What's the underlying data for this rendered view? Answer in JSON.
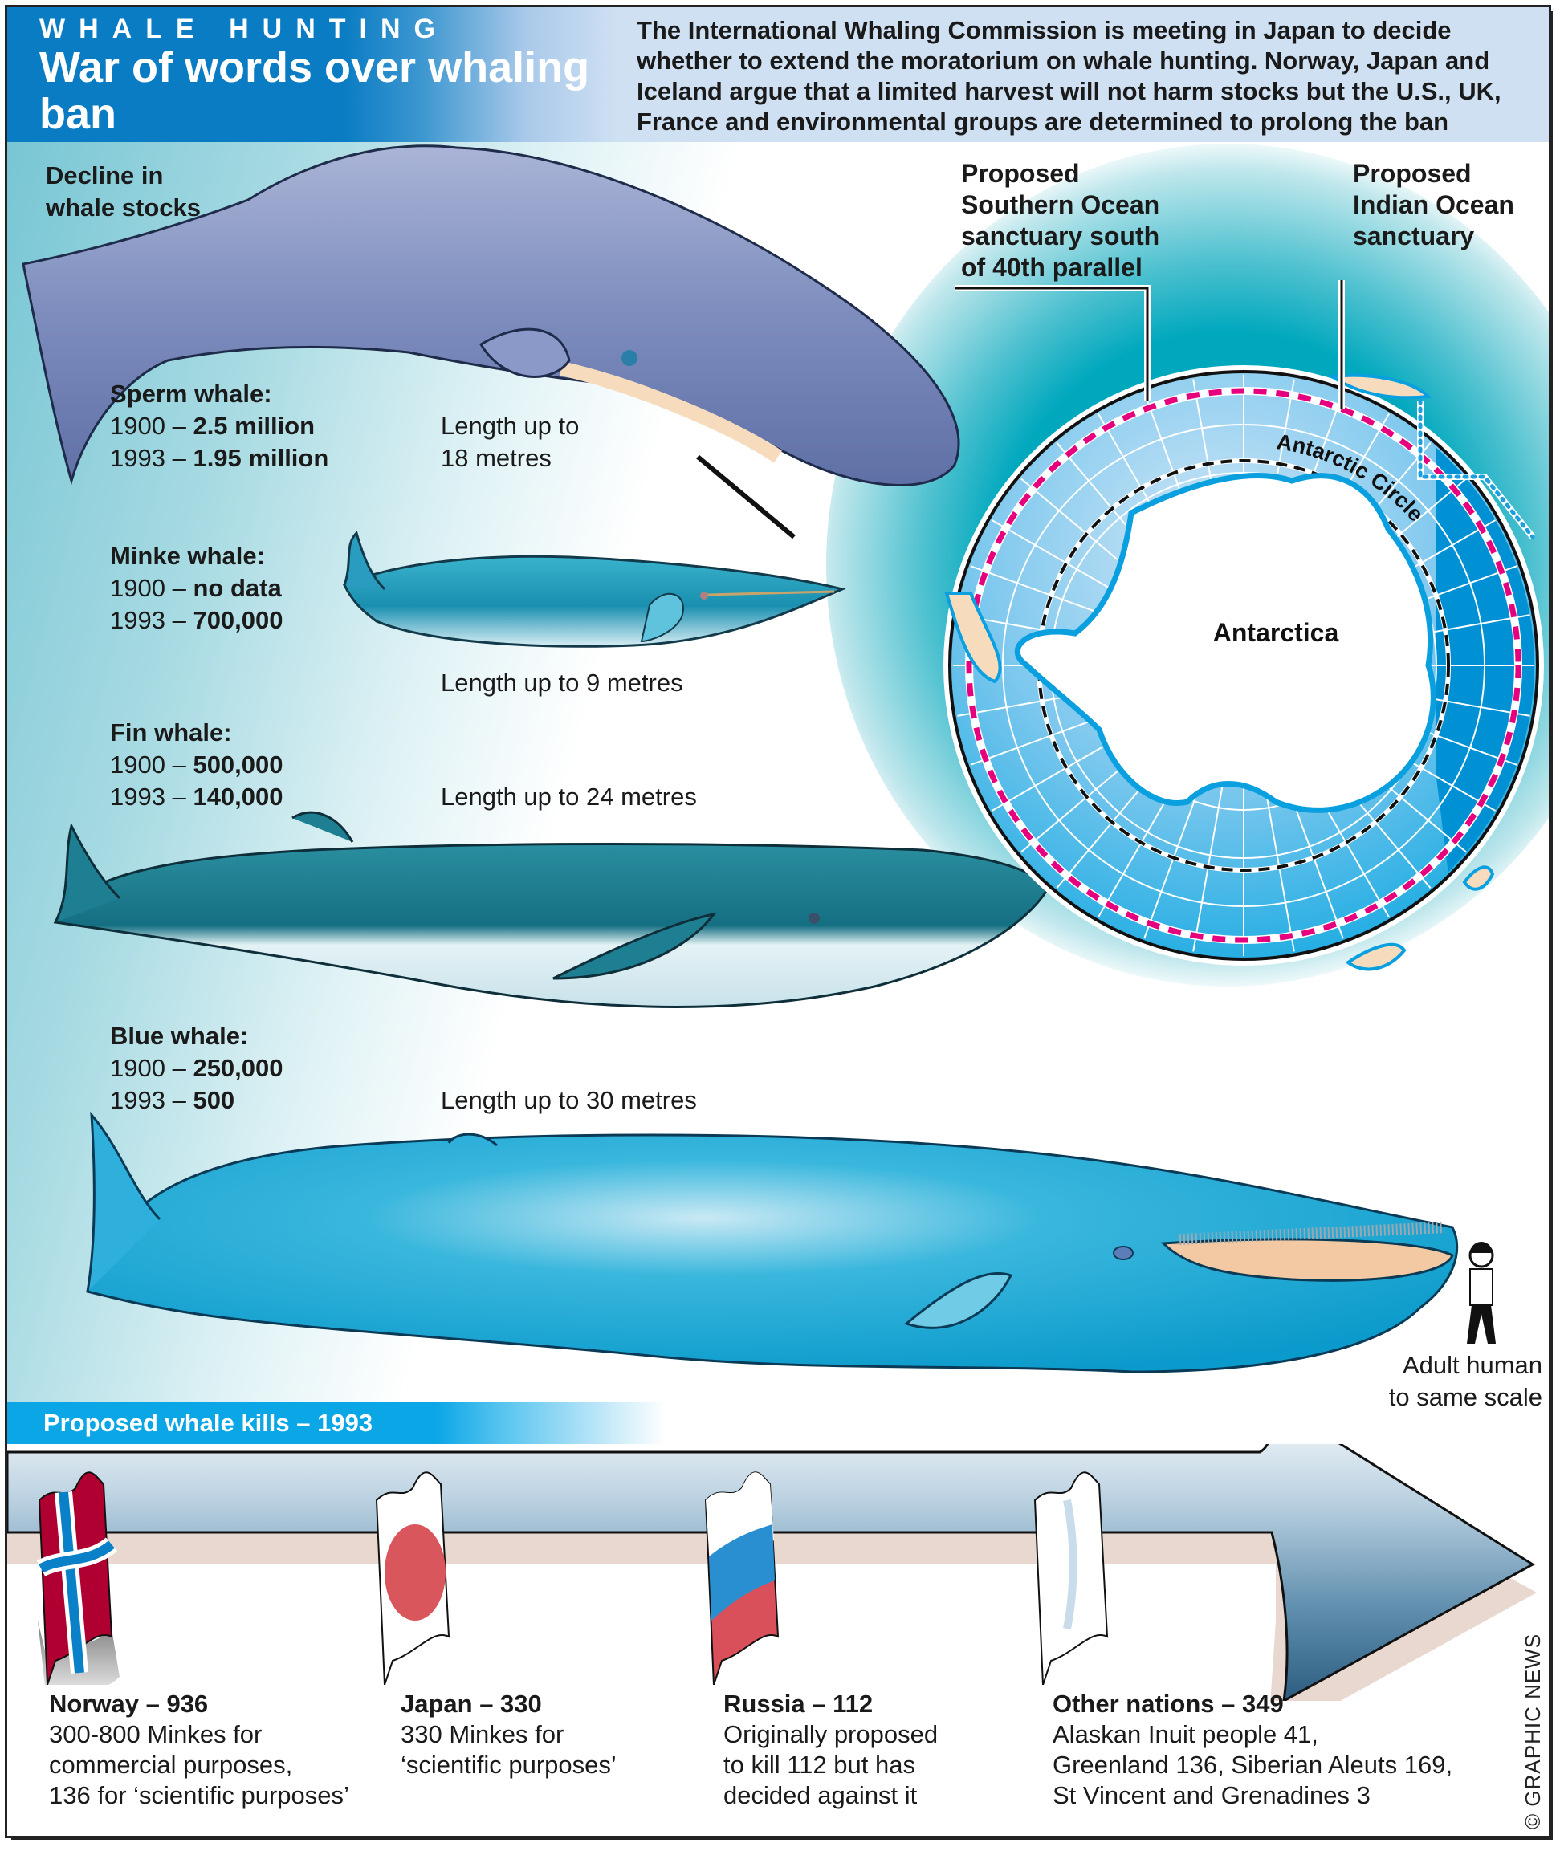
{
  "header": {
    "kicker": "WHALE HUNTING",
    "headline": "War of words over whaling ban",
    "intro": "The International Whaling Commission is meeting in Japan to decide whether to extend the moratorium on whale hunting. Norway, Japan and Iceland argue that a limited harvest will not harm stocks but the U.S., UK, France and environmental groups are determined to prolong the ban"
  },
  "stocks": {
    "title_line1": "Decline in",
    "title_line2": "whale stocks",
    "whales": [
      {
        "name": "Sperm whale:",
        "y1900_label": "1900 –",
        "y1900": "2.5 million",
        "y1993_label": "1993 –",
        "y1993": "1.95 million",
        "length_line1": "Length up to",
        "length_line2": "18 metres"
      },
      {
        "name": "Minke whale:",
        "y1900_label": "1900 –",
        "y1900": "no data",
        "y1993_label": "1993 –",
        "y1993": "700,000",
        "length_line1": "Length up to 9 metres"
      },
      {
        "name": "Fin whale:",
        "y1900_label": "1900 –",
        "y1900": "500,000",
        "y1993_label": "1993 –",
        "y1993": "140,000",
        "length_line1": "Length up to 24 metres"
      },
      {
        "name": "Blue whale:",
        "y1900_label": "1900 –",
        "y1900": "250,000",
        "y1993_label": "1993 –",
        "y1993": "500",
        "length_line1": "Length up to 30 metres"
      }
    ],
    "human_scale_line1": "Adult human",
    "human_scale_line2": "to same scale"
  },
  "map": {
    "southern_label": [
      "Proposed",
      "Southern Ocean",
      "sanctuary south",
      "of 40th parallel"
    ],
    "indian_label": [
      "Proposed",
      "Indian Ocean",
      "sanctuary"
    ],
    "antarctic_circle": "Antarctic Circle",
    "continent": "Antarctica",
    "colors": {
      "ocean": "#0aa6e0",
      "ocean_light": "#cfe6f6",
      "sanctuary": "#0090d4",
      "boundary": "#e6007e"
    }
  },
  "kills": {
    "title": "Proposed whale kills – 1993",
    "nations": [
      {
        "title": "Norway – 936",
        "lines": [
          "300-800 Minkes for",
          "commercial purposes,",
          "136 for ‘scientific purposes’"
        ]
      },
      {
        "title": "Japan – 330",
        "lines": [
          "330 Minkes for",
          "‘scientific purposes’"
        ]
      },
      {
        "title": "Russia – 112",
        "lines": [
          "Originally proposed",
          "to kill 112 but has",
          "decided against it"
        ]
      },
      {
        "title": "Other nations – 349",
        "lines": [
          "Alaskan Inuit people 41,",
          "Greenland 136, Siberian Aleuts 169,",
          "St Vincent and Grenadines 3"
        ]
      }
    ]
  },
  "credit": "© GRAPHIC NEWS"
}
